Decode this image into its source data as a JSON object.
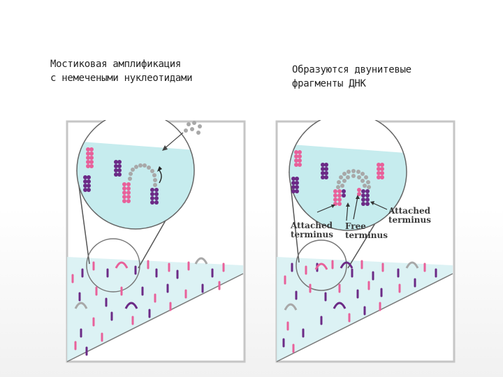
{
  "slide": {
    "left_caption": [
      "Мостиковая амплификация",
      "с немечеными нуклеотидами"
    ],
    "right_caption": [
      "Образуются двунитевые",
      "фрагменты ДНК"
    ]
  },
  "right_figure": {
    "labels": {
      "attached_left": [
        "Attached",
        "terminus"
      ],
      "free": [
        "Free",
        "terminus"
      ],
      "attached_right": [
        "Attached",
        "terminus"
      ]
    }
  },
  "colors": {
    "pink": "#e8609a",
    "purple": "#6b2a86",
    "gray": "#a8a8a8",
    "cyan_fill": "#cdeef0"
  }
}
